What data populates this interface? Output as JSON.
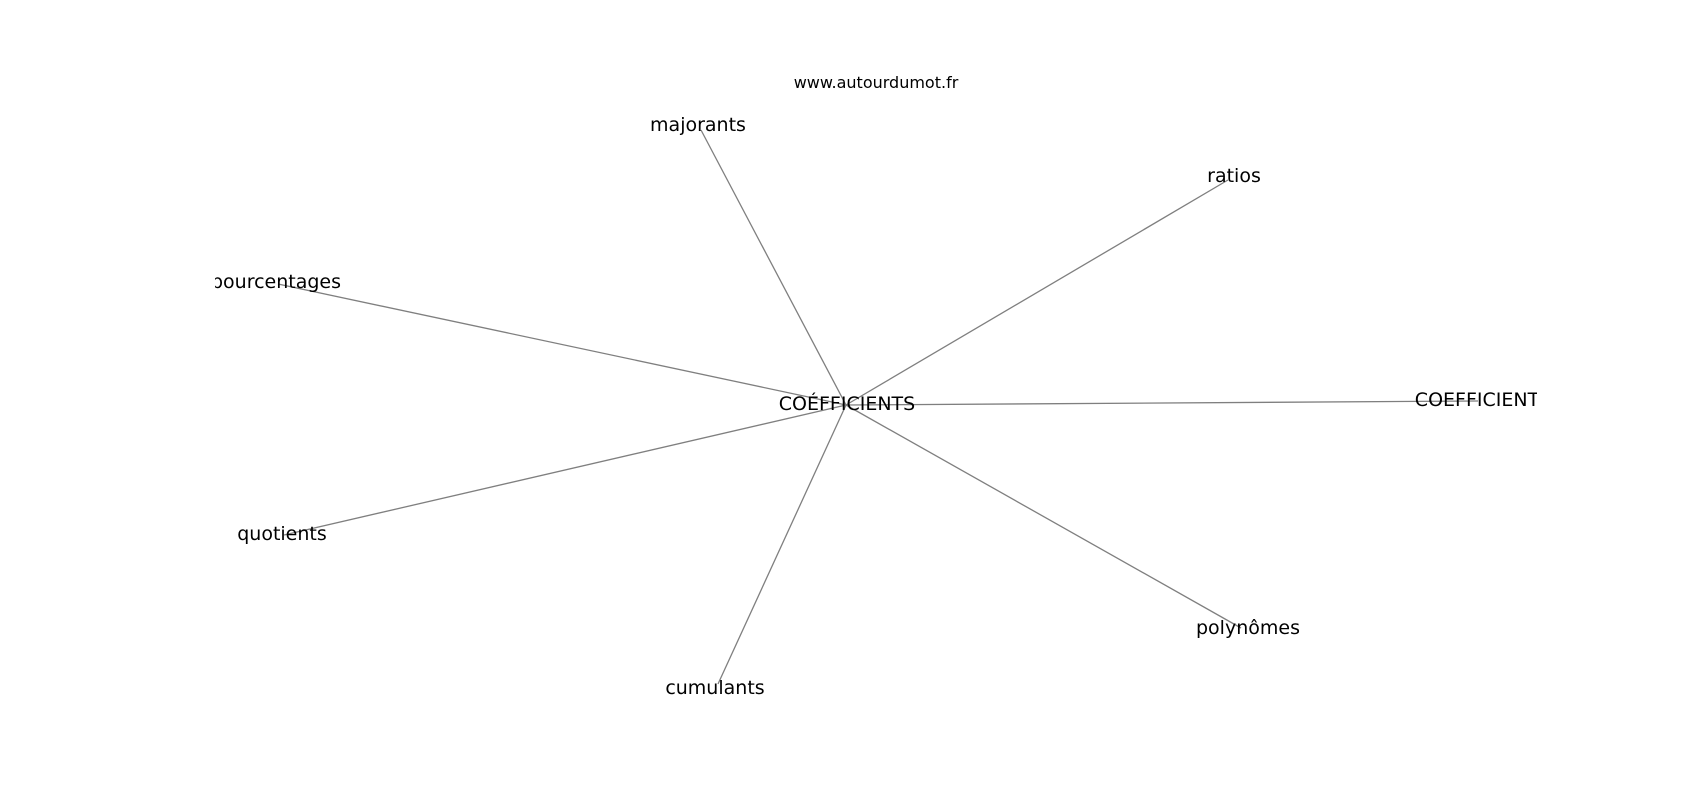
{
  "header": {
    "site": "www.autourdumot.fr"
  },
  "graph": {
    "center": {
      "label": "COÉFFICIENTS"
    },
    "nodes": [
      {
        "id": "majorants",
        "label": "majorants"
      },
      {
        "id": "ratios",
        "label": "ratios"
      },
      {
        "id": "pourcentages",
        "label": "pourcentages"
      },
      {
        "id": "coefficient",
        "label": "COEFFICIENT"
      },
      {
        "id": "quotients",
        "label": "quotients"
      },
      {
        "id": "polynomes",
        "label": "polynômes"
      },
      {
        "id": "cumulants",
        "label": "cumulants"
      }
    ]
  },
  "colors": {
    "edge": "#7f7f7f",
    "text": "#000000",
    "background": "#ffffff"
  }
}
